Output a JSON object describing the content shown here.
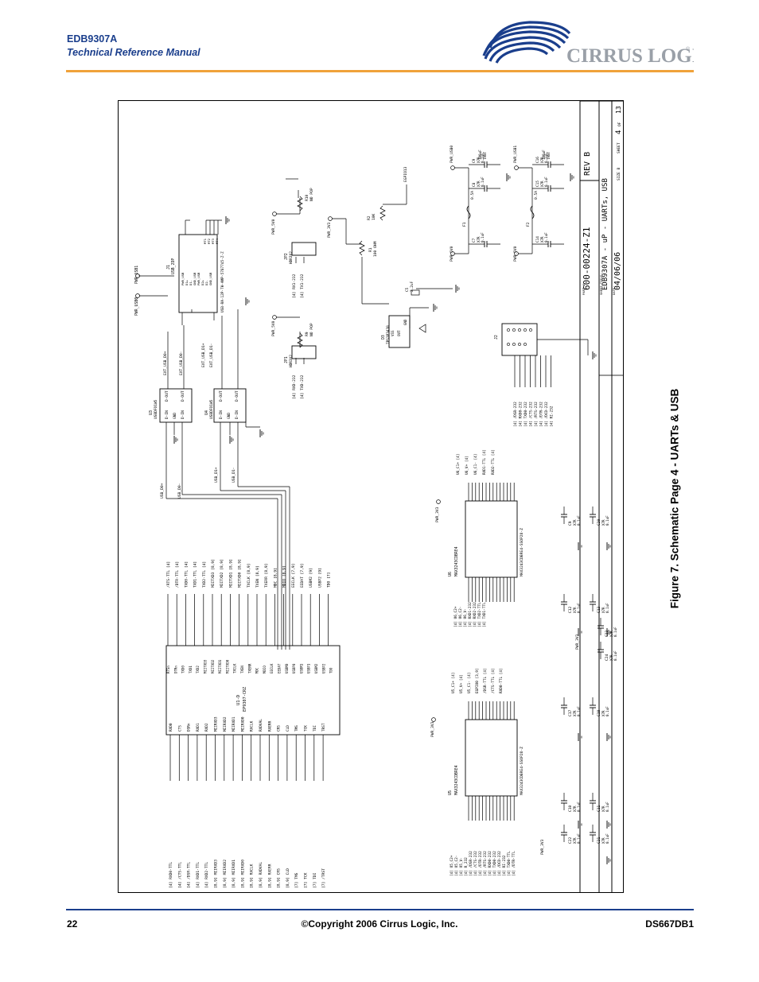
{
  "header": {
    "doc_id": "EDB9307A",
    "doc_subtitle": "Technical Reference Manual",
    "logo_text": "CIRRUS LOGIC",
    "logo_mark": "®"
  },
  "schematic": {
    "title_block": {
      "part_label": "PART #",
      "part_number": "600-00224-Z1",
      "rev": "REV B",
      "sheet_title_label": "SHEET TITLE:",
      "sheet_title": "EDB9307A - uP - UARTs, USB",
      "date_label": "DATE:",
      "date": "04/06/06",
      "size": "SIZE B",
      "sheet_label": "SHEET",
      "sheet_num": "4",
      "of": "OF",
      "sheet_total": "13"
    },
    "components": {
      "u5": "U5",
      "u5_part": "MAX3243CDBRE4",
      "u5_pkg": "MAX3243CDBRE4-SSOP28-Z",
      "u6": "U6",
      "u6_part": "MAX3243CDBRE4",
      "u6_pkg": "MAX3243CDBRE4-SSOP28-Z",
      "u1": "U1-D",
      "u1_part": "EP9307-CRZ",
      "u3": "U3",
      "u3_part": "USBDFO1W5",
      "u4": "U4",
      "u4_part": "USBDFO1W5",
      "j1": "J1",
      "j1_part": "USB_2DP",
      "j1_pkg": "USB-RA-12P-TH-AMP-5787745-Z-Z",
      "j2": "J2",
      "jp1": "JP1",
      "jp1_part": "HDR3X2",
      "jp2": "JP2",
      "jp2_part": "HDR3X2",
      "d3": "D3",
      "d3_part": "TPS3P3438",
      "r1": "R1",
      "r1_val": "100 OHM",
      "r2": "R2",
      "r2_val": "10K",
      "r9": "R9",
      "r10": "R10",
      "no_pop": "NO POP",
      "c5": "C5",
      "c5_val": "2.2uF",
      "f1": "F1",
      "f2": "F2",
      "fuse_val": "0.5A"
    },
    "nets": {
      "pwr_usb0": "PWR_USB0",
      "pwr_usb1": "PWR_USB1",
      "pwr_5v0": "PWR_5V0",
      "pwr_3v3": "PWR_3V3",
      "egpio13": "EGPIO13",
      "usb_d0p": "USB_D0+",
      "usb_d0m": "USB_D0-",
      "usb_d1p": "USB_D1+",
      "usb_d1m": "USB_D1-",
      "ext_usb_d0p": "EXT_USB_D0+",
      "ext_usb_d0m": "EXT_USB_D0-",
      "ext_usb_d1p": "EXT_USB_D1+",
      "ext_usb_d1m": "EXT_USB_D1-",
      "d_in": "D-IN",
      "d_out": "D-OUT",
      "gnd": "GND",
      "vss": "VSS",
      "out": "OUT",
      "cap_val": "0.1uF",
      "cap_x7r": "X7R"
    },
    "u1_left_signals": [
      "[4] RXD0-TTL",
      "[4] /CTS-TTL",
      "[4] /DSR-TTL",
      "[4] RXD1-TTL",
      "[4] RXD2-TTL",
      "[8,9] MIIRXD3",
      "[8,9] MIIRXD2",
      "[8,9] MIIRXD1",
      "[8,9] MIIRXD0",
      "[8,9] RXCLK",
      "[8,9] RXDVAL",
      "[8,9] RXERR",
      "[8,9] CRS",
      "[8,9] CLD",
      "[7] TMS",
      "[7] TCK",
      "[7] TDI",
      "[7] /TRST"
    ],
    "u1_left_pins": [
      "RXD0",
      "CTS",
      "DSRn",
      "RXD1",
      "RXD2",
      "MIIRXD3",
      "MIIRXD2",
      "MIIRXD1",
      "MIIRXD0",
      "RXCLK",
      "RXDVAL",
      "RXERR",
      "CRS",
      "CLD",
      "TMS",
      "TCK",
      "TDI",
      "TRST"
    ],
    "u1_right_signals": [
      "/RTS-TTL [4]",
      "/DTR-TTL [4]",
      "TXD0-TTL [4]",
      "TXD1-TTL [4]",
      "TXD2-TTL [4]",
      "MIITXD3 [8,9]",
      "MIITXD2 [8,9]",
      "MIITXD1 [8,9]",
      "MIITXD0 [8,9]",
      "TXCLK [8,9]",
      "TXEN [8,9]",
      "TXERR [8,9]",
      "MDC [8,9]",
      "MDIO [8,9]",
      "EECLK [7,9]",
      "EEDAT [7,9]",
      "USBM2 [9]",
      "USBP2 [9]",
      "TDO [7]"
    ],
    "u1_right_pins": [
      "RTSn",
      "DTRn",
      "TXD0",
      "TXD1",
      "TXD2",
      "MIITXD3",
      "MIITXD2",
      "MIITXD1",
      "MIITXD0",
      "TXCLK",
      "TXEN",
      "TXERR",
      "MDC",
      "MDIO",
      "EECLK",
      "EEDAT",
      "USBM0",
      "USBP0",
      "USBM1",
      "USBP1",
      "USBM2",
      "USBP2",
      "TDO"
    ],
    "u5_left_signals": [
      "[4] U5_C2+",
      "[4] U5_C2-",
      "[4] U5_V-",
      "[4] R_232",
      "[4] /DSR-232",
      "[4] /CTS-232",
      "[4] /DTR-232",
      "[4] /RTS-232",
      "[4] RXD0-232",
      "[4] TXD0-232",
      "[4] /DCD-232",
      "[4] RI-232",
      "[4] TXD0-TTL",
      "[4] /DTR-TTL"
    ],
    "u5_right_signals": [
      "U5_C1+ [4]",
      "U5_V+ [4]",
      "U5_C1- [4]",
      "EGPIO0 [3,9]",
      "/DSR-TTL [4]",
      "/CTS-TTL [4]",
      "RXD0-TTL [4]"
    ],
    "u6_left_signals": [
      "[4] U6_C2+",
      "[4] U6_C2-",
      "[4] U6_V-",
      "[4] RXD1-232",
      "[4] RXD2-232",
      "[4] TXD2-TTL",
      "[4] TXD1-TTL"
    ],
    "u6_right_signals": [
      "U6_C1+ [4]",
      "U6_V+ [4]",
      "U6_C1- [4]",
      "RXD1-TTL [4]",
      "RXD2-TTL [4]"
    ],
    "j2_signals": [
      "[4] /DSR-232",
      "[4] RXD0-232",
      "[4] TXD0-232",
      "[4] /CTS-232",
      "[4] /RTS-232",
      "[4] /DTR-232",
      "[4] /DCD-232",
      "[4] RI-232"
    ],
    "jp_signals": [
      "[4] RXD-232",
      "[4] TXD-232",
      "[4] RX1-232",
      "[4] TX1-232"
    ],
    "caps": [
      "C7",
      "C8",
      "C9",
      "C14",
      "C15",
      "C16",
      "C10",
      "C11",
      "C12",
      "C13",
      "C17",
      "C18",
      "C19",
      "C20",
      "C21",
      "C22",
      "C23",
      "C24"
    ],
    "cap_extra": [
      "100uF",
      "TANT"
    ]
  },
  "caption": "Figure 7. Schematic Page 4 - UARTs & USB",
  "footer": {
    "page_number": "22",
    "copyright": "©Copyright 2006 Cirrus Logic, Inc.",
    "doc_code": "DS667DB1"
  }
}
